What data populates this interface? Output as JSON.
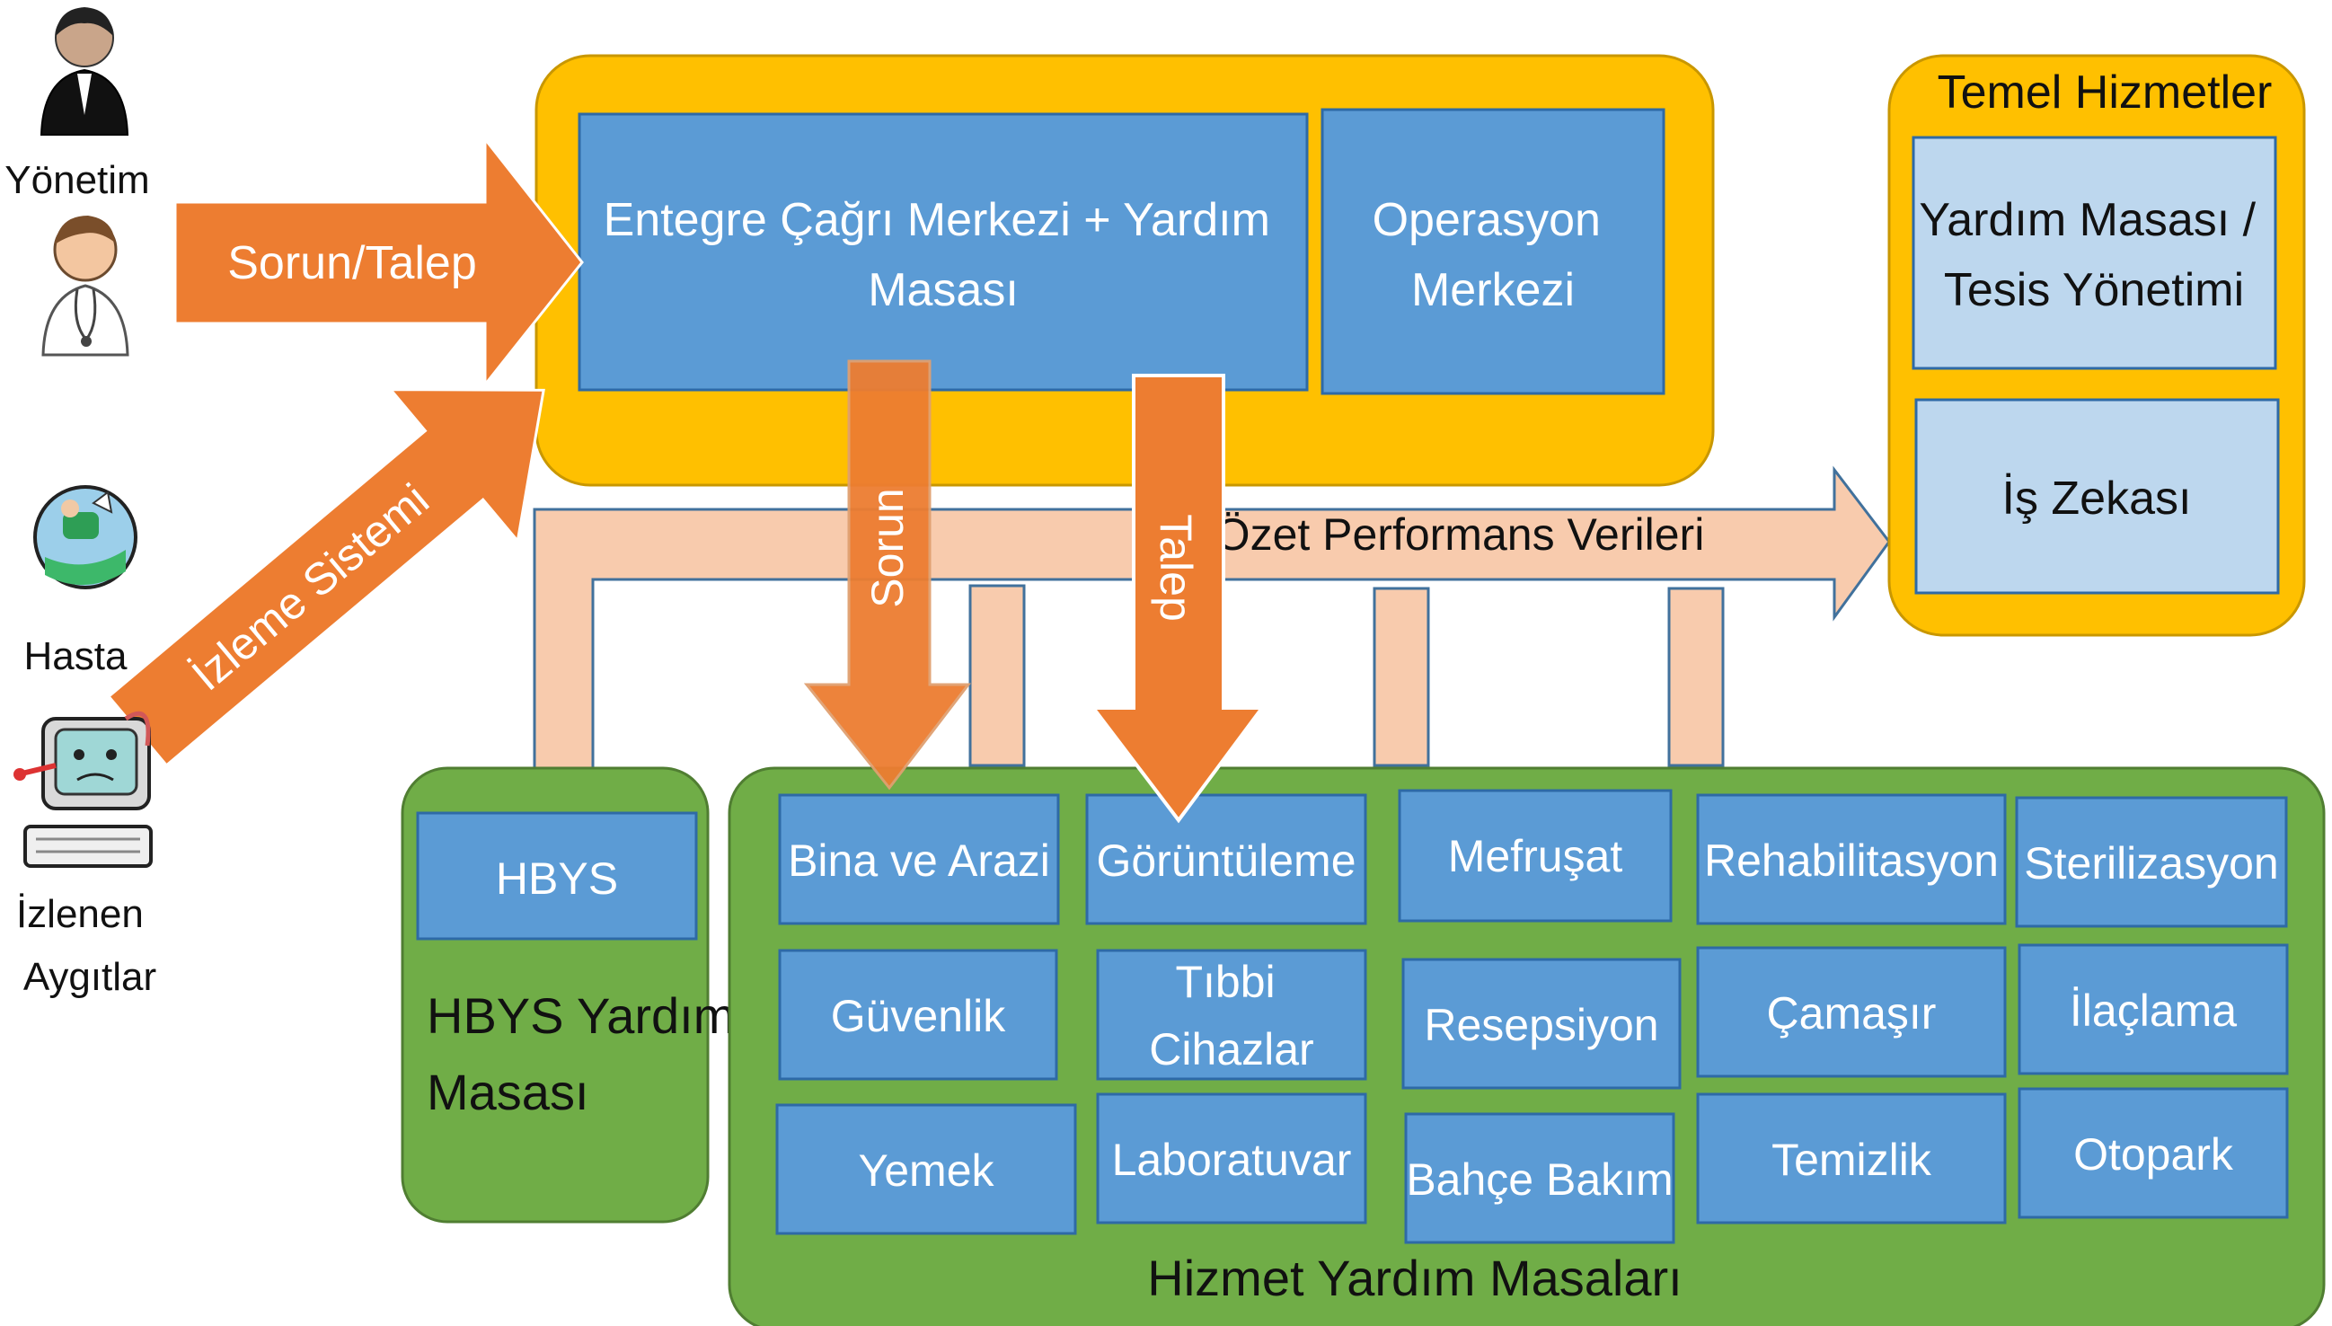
{
  "actors": {
    "management": "Yönetim",
    "patient": "Hasta",
    "monitored_devices_line1": "İzlenen",
    "monitored_devices_line2": "Aygıtlar"
  },
  "arrows": {
    "problem_request": "Sorun/Talep",
    "monitoring_system": "İzleme Sistemi",
    "problem": "Sorun",
    "request": "Talep",
    "summary_performance": "Özet Performans Verileri"
  },
  "center": {
    "call_center_line1": "Entegre Çağrı Merkezi + Yardım",
    "call_center_line2": "Masası",
    "operations_line1": "Operasyon",
    "operations_line2": "Merkezi"
  },
  "core_services": {
    "title": "Temel Hizmetler",
    "helpdesk_line1": "Yardım Masası /",
    "helpdesk_line2": "Tesis Yönetimi",
    "business_intelligence": "İş Zekası"
  },
  "hbys": {
    "box": "HBYS",
    "group_line1": "HBYS Yardım",
    "group_line2": "Masası"
  },
  "service_desks": {
    "title": "Hizmet Yardım Masaları",
    "items": [
      {
        "label": "Bina ve Arazi"
      },
      {
        "label": "Görüntüleme"
      },
      {
        "label": "Mefruşat"
      },
      {
        "label": "Rehabilitasyon"
      },
      {
        "label": "Sterilizasyon"
      },
      {
        "label": "Güvenlik"
      },
      {
        "label1": "Tıbbi",
        "label2": "Cihazlar"
      },
      {
        "label": "Resepsiyon"
      },
      {
        "label": "Çamaşır"
      },
      {
        "label": "İlaçlama"
      },
      {
        "label": "Yemek"
      },
      {
        "label": "Laboratuvar"
      },
      {
        "label": "Bahçe Bakım"
      },
      {
        "label": "Temizlik"
      },
      {
        "label": "Otopark"
      }
    ]
  },
  "colors": {
    "orange_frame": "#FFC000",
    "blue_box": "#5B9BD5",
    "light_blue_box": "#BDD7EE",
    "green_frame": "#70AD47",
    "arrow_orange": "#ED7D31",
    "peach_arrow": "#F8CBAD"
  }
}
